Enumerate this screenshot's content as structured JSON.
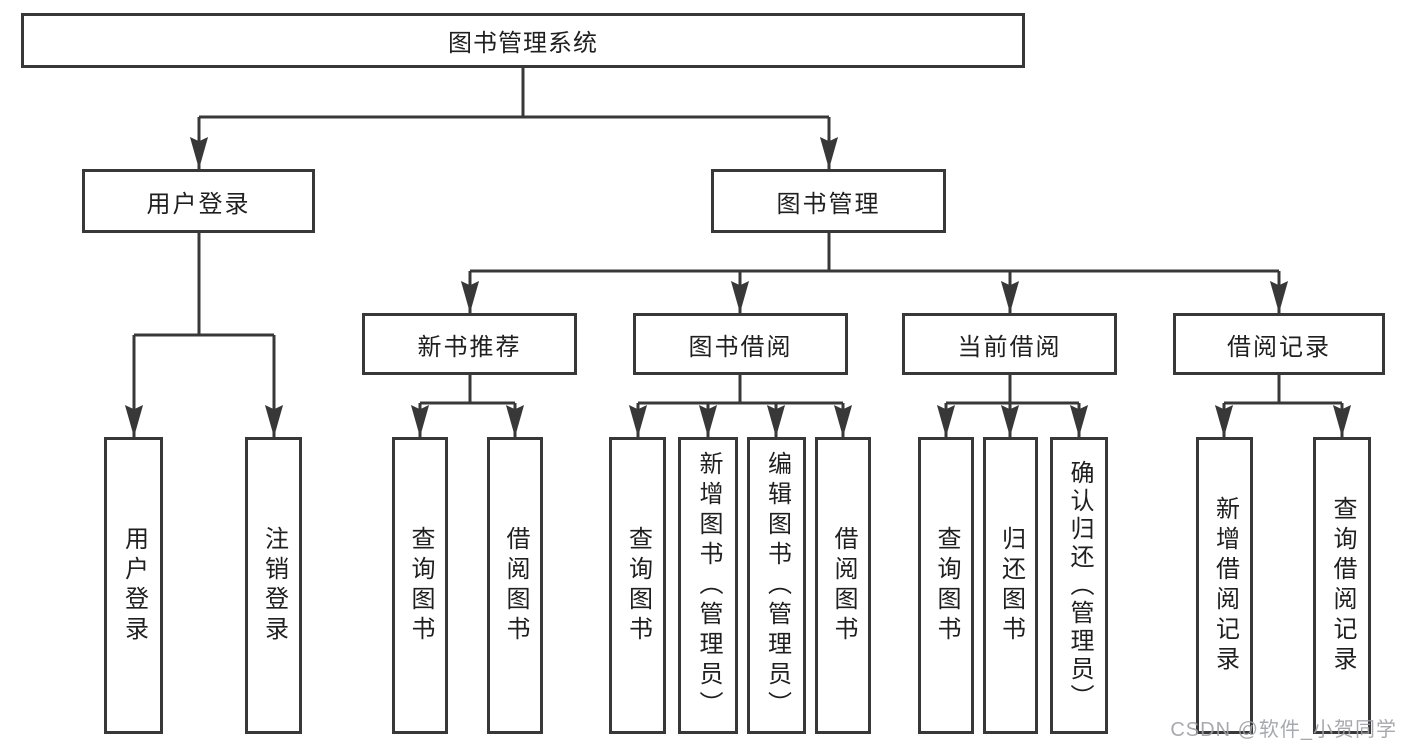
{
  "diagram": {
    "title": "图书管理系统",
    "type": "function-structure-tree",
    "colors": {
      "line": "#383838",
      "box_border": "#383838",
      "text": "#1f1f1f",
      "background": "#ffffff",
      "watermark": "#9ea0a6"
    },
    "watermark": "CSDN @软件_小贺同学"
  },
  "tree": {
    "label": "图书管理系统",
    "children": [
      {
        "label": "用户登录",
        "children": [
          {
            "label": "用户登录"
          },
          {
            "label": "注销登录"
          }
        ]
      },
      {
        "label": "图书管理",
        "children": [
          {
            "label": "新书推荐",
            "children": [
              {
                "label": "查询图书"
              },
              {
                "label": "借阅图书"
              }
            ]
          },
          {
            "label": "图书借阅",
            "children": [
              {
                "label": "查询图书"
              },
              {
                "label": "新增图书（管理员）"
              },
              {
                "label": "编辑图书（管理员）"
              },
              {
                "label": "借阅图书"
              }
            ]
          },
          {
            "label": "当前借阅",
            "children": [
              {
                "label": "查询图书"
              },
              {
                "label": "归还图书"
              },
              {
                "label": "确认归还（管理员）"
              }
            ]
          },
          {
            "label": "借阅记录",
            "children": [
              {
                "label": "新增借阅记录"
              },
              {
                "label": "查询借阅记录"
              }
            ]
          }
        ]
      }
    ]
  }
}
